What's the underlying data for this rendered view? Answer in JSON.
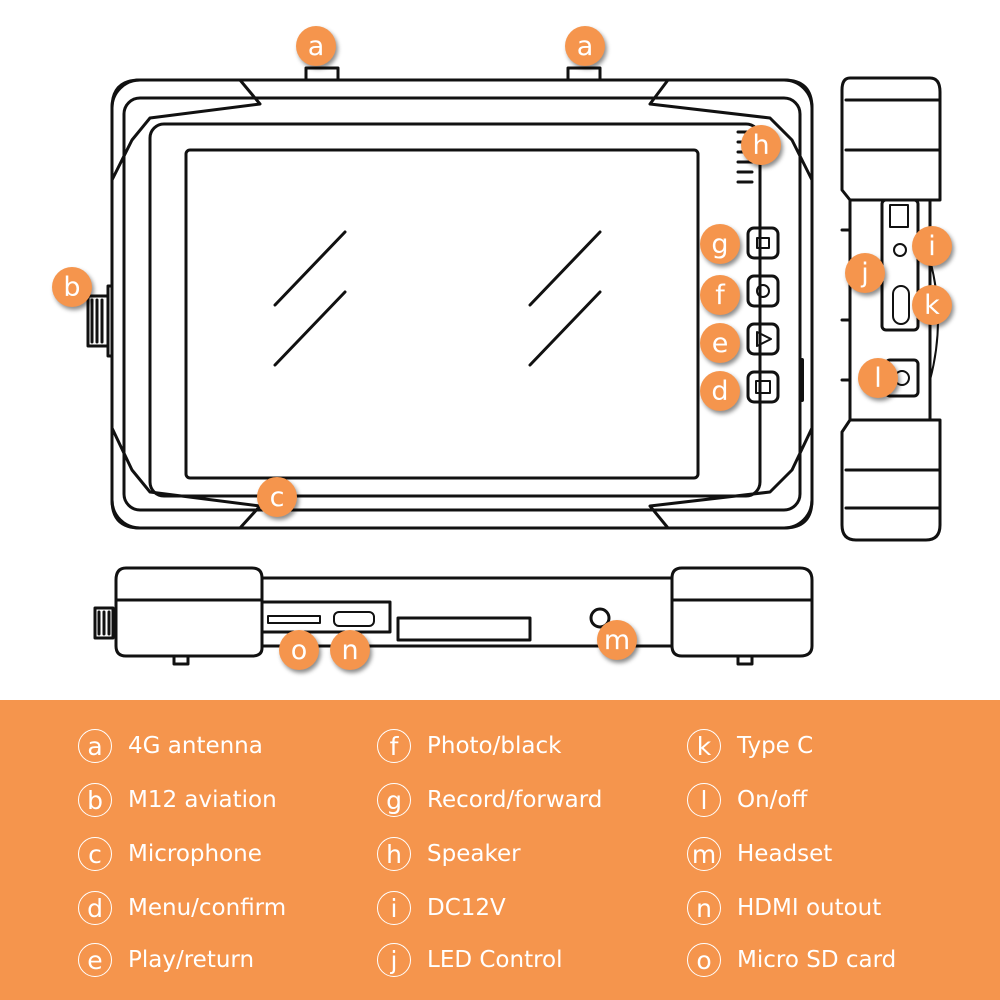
{
  "colors": {
    "accent": "#F5954D",
    "outline": "#111111",
    "text": "#FFFFFF"
  },
  "callouts": {
    "a1": "a",
    "a2": "a",
    "b": "b",
    "c": "c",
    "d": "d",
    "e": "e",
    "f": "f",
    "g": "g",
    "h": "h",
    "i": "i",
    "j": "j",
    "k": "k",
    "l": "l",
    "m": "m",
    "n": "n",
    "o": "o"
  },
  "legend": [
    {
      "letter": "a",
      "label": "4G antenna"
    },
    {
      "letter": "b",
      "label": "M12 aviation"
    },
    {
      "letter": "c",
      "label": "Microphone"
    },
    {
      "letter": "d",
      "label": "Menu/confirm"
    },
    {
      "letter": "e",
      "label": "Play/return"
    },
    {
      "letter": "f",
      "label": "Photo/black"
    },
    {
      "letter": "g",
      "label": "Record/forward"
    },
    {
      "letter": "h",
      "label": "Speaker"
    },
    {
      "letter": "i",
      "label": "DC12V"
    },
    {
      "letter": "j",
      "label": "LED Control"
    },
    {
      "letter": "k",
      "label": "Type C"
    },
    {
      "letter": "l",
      "label": "On/off"
    },
    {
      "letter": "m",
      "label": "Headset"
    },
    {
      "letter": "n",
      "label": "HDMI outout"
    },
    {
      "letter": "o",
      "label": "Micro SD card"
    }
  ]
}
